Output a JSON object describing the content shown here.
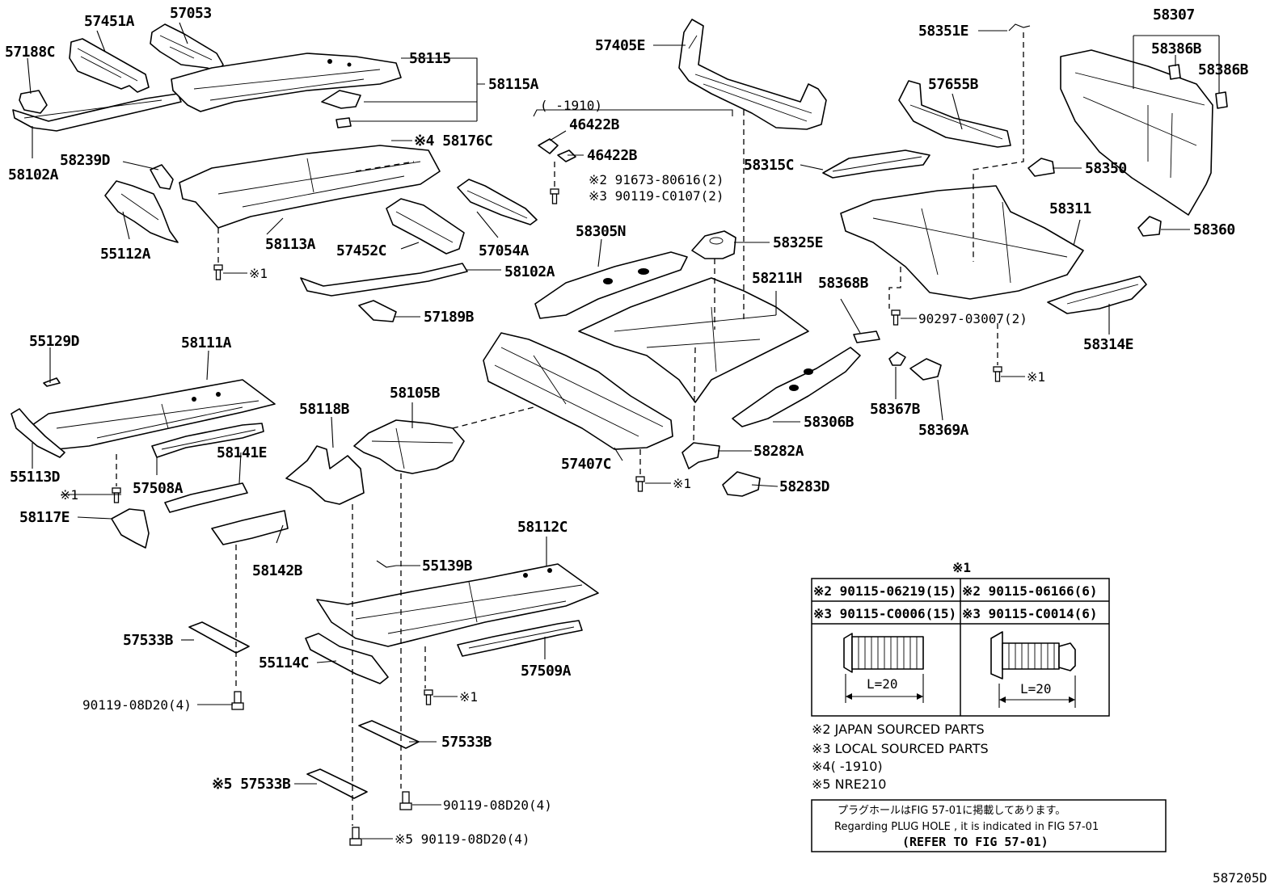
{
  "labels": {
    "p57451A": "57451A",
    "p57053": "57053",
    "p57188C": "57188C",
    "p58115": "58115",
    "p58115A": "58115A",
    "p58102A_top": "58102A",
    "p58239D": "58239D",
    "p58176C": "※4 58176C",
    "p58113A": "58113A",
    "p55112A": "55112A",
    "p57452C": "57452C",
    "p57054A": "57054A",
    "p58102A_mid": "58102A",
    "p57189B": "57189B",
    "p46422B_1": "46422B",
    "p46422B_2": "46422B",
    "p91673": "※2 91673-80616(2)",
    "p90119C": "※3 90119-C0107(2)",
    "p1910_range": "( -1910)",
    "p57405E": "57405E",
    "p58315C": "58315C",
    "p58305N": "58305N",
    "p58325E": "58325E",
    "p58211H": "58211H",
    "p58368B": "58368B",
    "p58351E": "58351E",
    "p57655B": "57655B",
    "p58307": "58307",
    "p58386B_1": "58386B",
    "p58386B_2": "58386B",
    "p58350": "58350",
    "p58311": "58311",
    "p58360": "58360",
    "p90297": "90297-03007(2)",
    "p58314E": "58314E",
    "p58367B": "58367B",
    "p58369A": "58369A",
    "p58306B": "58306B",
    "p58282A": "58282A",
    "p58283D": "58283D",
    "p57407C": "57407C",
    "p55129D": "55129D",
    "p58111A": "58111A",
    "p55113D": "55113D",
    "p57508A": "57508A",
    "p58141E": "58141E",
    "p58118B": "58118B",
    "p58105B": "58105B",
    "p58117E": "58117E",
    "p58142B": "58142B",
    "p58112C": "58112C",
    "p55139B": "55139B",
    "p57533B_1": "57533B",
    "p55114C": "55114C",
    "p57509A": "57509A",
    "p90119_1": "90119-08D20(4)",
    "p57533B_2": "57533B",
    "p57533B_3": "※5 57533B",
    "p90119_2": "90119-08D20(4)",
    "p90119_3": "※5 90119-08D20(4)",
    "ref1_a": "※1",
    "ref1_b": "※1",
    "ref1_c": "※1",
    "ref1_d": "※1",
    "ref1_e": "※1"
  },
  "table": {
    "header": "※1",
    "row1_left": "※2 90115-06219(15)",
    "row1_right": "※2 90115-06166(6)",
    "row2_left": "※3 90115-C0006(15)",
    "row2_right": "※3 90115-C0014(6)",
    "dim_left": "L=20",
    "dim_right": "L=20"
  },
  "notes": {
    "n2": "※2 JAPAN SOURCED PARTS",
    "n3": "※3 LOCAL SOURCED PARTS",
    "n4": "※4(    -1910)",
    "n5": "※5 NRE210"
  },
  "info_box": {
    "jp": "プラグホールはFIG 57-01に掲載してあります。",
    "en": "Regarding  PLUG  HOLE , it is indicated in FIG  57-01",
    "refer": "(REFER TO FIG 57-01)"
  },
  "figure_code": "587205D"
}
